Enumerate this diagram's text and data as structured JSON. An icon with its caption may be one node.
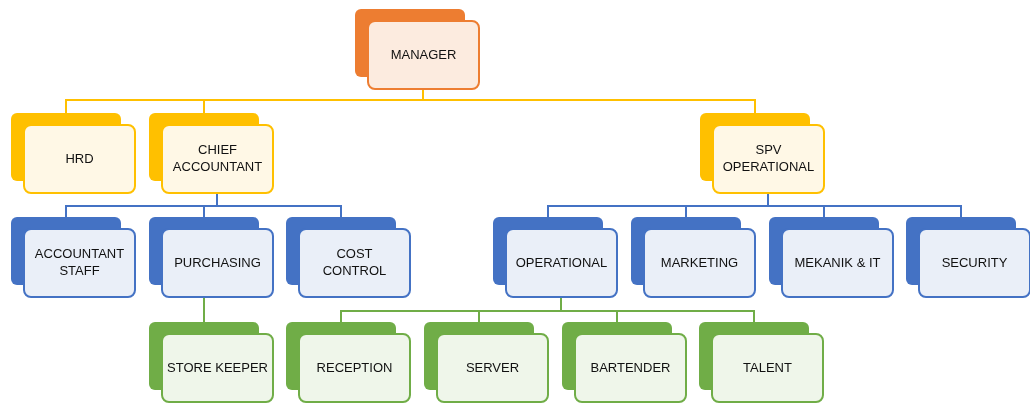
{
  "diagram": {
    "nodes": [
      {
        "text": [
          "MANAGER"
        ]
      },
      {
        "text": [
          "HRD"
        ]
      },
      {
        "text": [
          "CHIEF ACCOUNTANT"
        ]
      },
      {
        "text": [
          "SPV OPERATIONAL"
        ]
      },
      {
        "text": [
          "ACCOUNTANT STAFF"
        ]
      },
      {
        "text": [
          "PURCHASING"
        ]
      },
      {
        "text": [
          "COST CONTROL"
        ]
      },
      {
        "text": [
          "OPERATIONAL"
        ]
      },
      {
        "text": [
          "MARKETING"
        ]
      },
      {
        "text": [
          "MEKANIK & IT"
        ]
      },
      {
        "text": [
          "SECURITY"
        ]
      },
      {
        "text": [
          "STORE KEEPER"
        ]
      },
      {
        "text": [
          "RECEPTION"
        ]
      },
      {
        "text": [
          "SERVER"
        ]
      },
      {
        "text": [
          "BARTENDER"
        ]
      },
      {
        "text": [
          "TALENT"
        ]
      }
    ],
    "edges": [
      {
        "from": 0,
        "to": 1,
        "arrow": "none",
        "color": "#ffc000"
      },
      {
        "from": 0,
        "to": 2,
        "arrow": "none",
        "color": "#ffc000"
      },
      {
        "from": 0,
        "to": 3,
        "arrow": "none",
        "color": "#ffc000"
      },
      {
        "from": 2,
        "to": 4,
        "arrow": "none"
      },
      {
        "from": 2,
        "to": 5,
        "arrow": "none"
      },
      {
        "from": 2,
        "to": 6,
        "arrow": "none"
      },
      {
        "from": 3,
        "to": 7,
        "arrow": "none"
      },
      {
        "from": 3,
        "to": 8,
        "arrow": "none"
      },
      {
        "from": 3,
        "to": 9,
        "arrow": "none"
      },
      {
        "from": 3,
        "to": 10,
        "arrow": "none"
      },
      {
        "from": 5,
        "to": 11,
        "arrow": "none",
        "color": "#70ad47"
      },
      {
        "from": 7,
        "to": 12,
        "arrow": "none",
        "color": "#70ad47"
      },
      {
        "from": 7,
        "to": 13,
        "arrow": "none",
        "color": "#70ad47"
      },
      {
        "from": 7,
        "to": 14,
        "arrow": "none",
        "color": "#70ad47"
      },
      {
        "from": 7,
        "to": 15,
        "arrow": "none",
        "color": "#70ad47"
      }
    ]
  }
}
